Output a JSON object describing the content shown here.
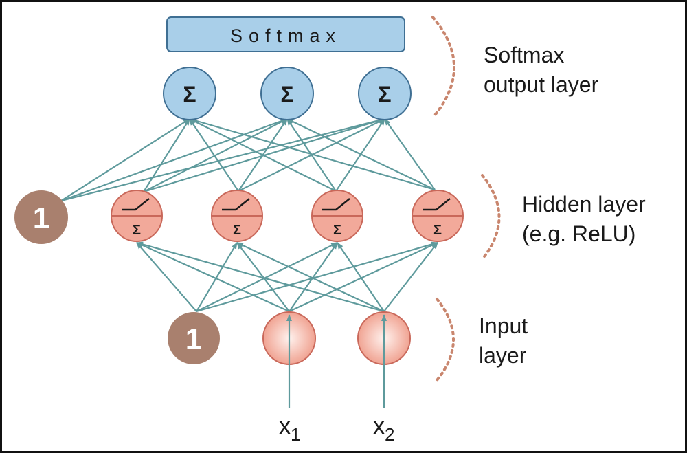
{
  "colors": {
    "connection": "#5e9a9c",
    "output_fill": "#a9cfe9",
    "output_stroke": "#3f6f93",
    "hidden_fill": "#f2a99a",
    "hidden_stroke": "#c9685a",
    "bias_fill": "#a9806e",
    "bracket": "#c9866e",
    "text": "#1a1a1a"
  },
  "softmax_box": {
    "label": "Softmax"
  },
  "output_layer": {
    "label_line1": "Softmax",
    "label_line2": "output layer",
    "nodes": [
      {
        "symbol": "Σ"
      },
      {
        "symbol": "Σ"
      },
      {
        "symbol": "Σ"
      }
    ]
  },
  "hidden_layer": {
    "label_line1": "Hidden layer",
    "label_line2": "(e.g. ReLU)",
    "bias_symbol": "1",
    "nodes": [
      {
        "symbol": "Σ"
      },
      {
        "symbol": "Σ"
      },
      {
        "symbol": "Σ"
      },
      {
        "symbol": "Σ"
      }
    ]
  },
  "input_layer": {
    "label_line1": "Input",
    "label_line2": "layer",
    "bias_symbol": "1",
    "inputs": [
      {
        "base": "x",
        "subscript": "1"
      },
      {
        "base": "x",
        "subscript": "2"
      }
    ]
  }
}
